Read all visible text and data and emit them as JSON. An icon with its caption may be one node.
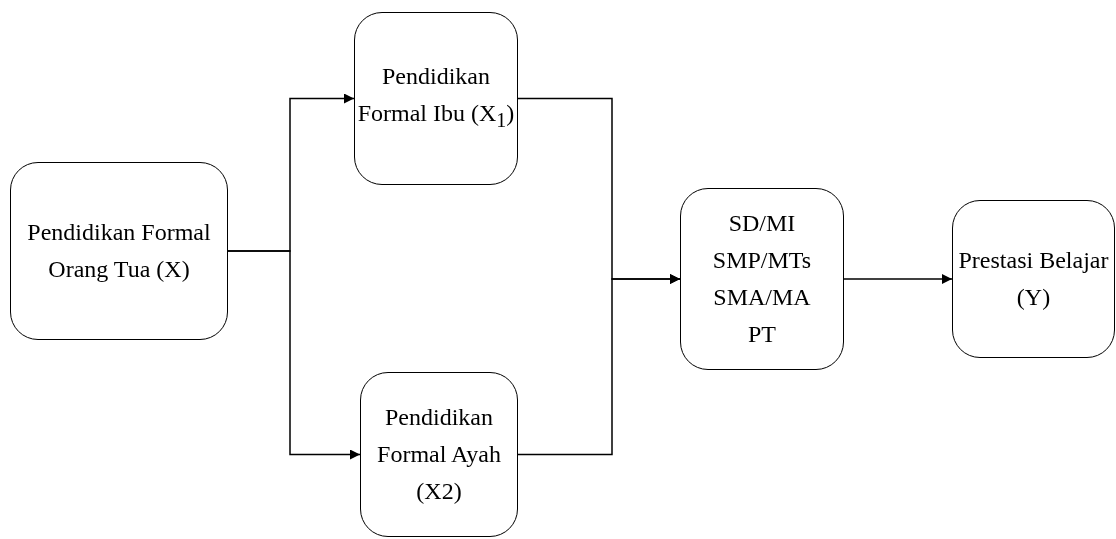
{
  "diagram": {
    "nodes": [
      {
        "text": [
          "Pendidikan Formal Orang Tua (X)"
        ]
      },
      {
        "text": [
          "Pendidikan Formal Ibu (X$_{1}$)"
        ]
      },
      {
        "text": [
          "Pendidikan Formal Ayah (X2)"
        ]
      },
      {
        "text": [
          "SD/MI SMP/MTs SMA/MA PT"
        ]
      },
      {
        "text": [
          "Prestasi Belajar (Y)"
        ]
      }
    ],
    "edges": [
      {
        "from": 0,
        "to": 1,
        "arrow": "to"
      },
      {
        "from": 0,
        "to": 2,
        "arrow": "to"
      },
      {
        "from": 1,
        "to": 3,
        "arrow": "to"
      },
      {
        "from": 2,
        "to": 3,
        "arrow": "to"
      },
      {
        "from": 3,
        "to": 4,
        "arrow": "to"
      }
    ]
  }
}
